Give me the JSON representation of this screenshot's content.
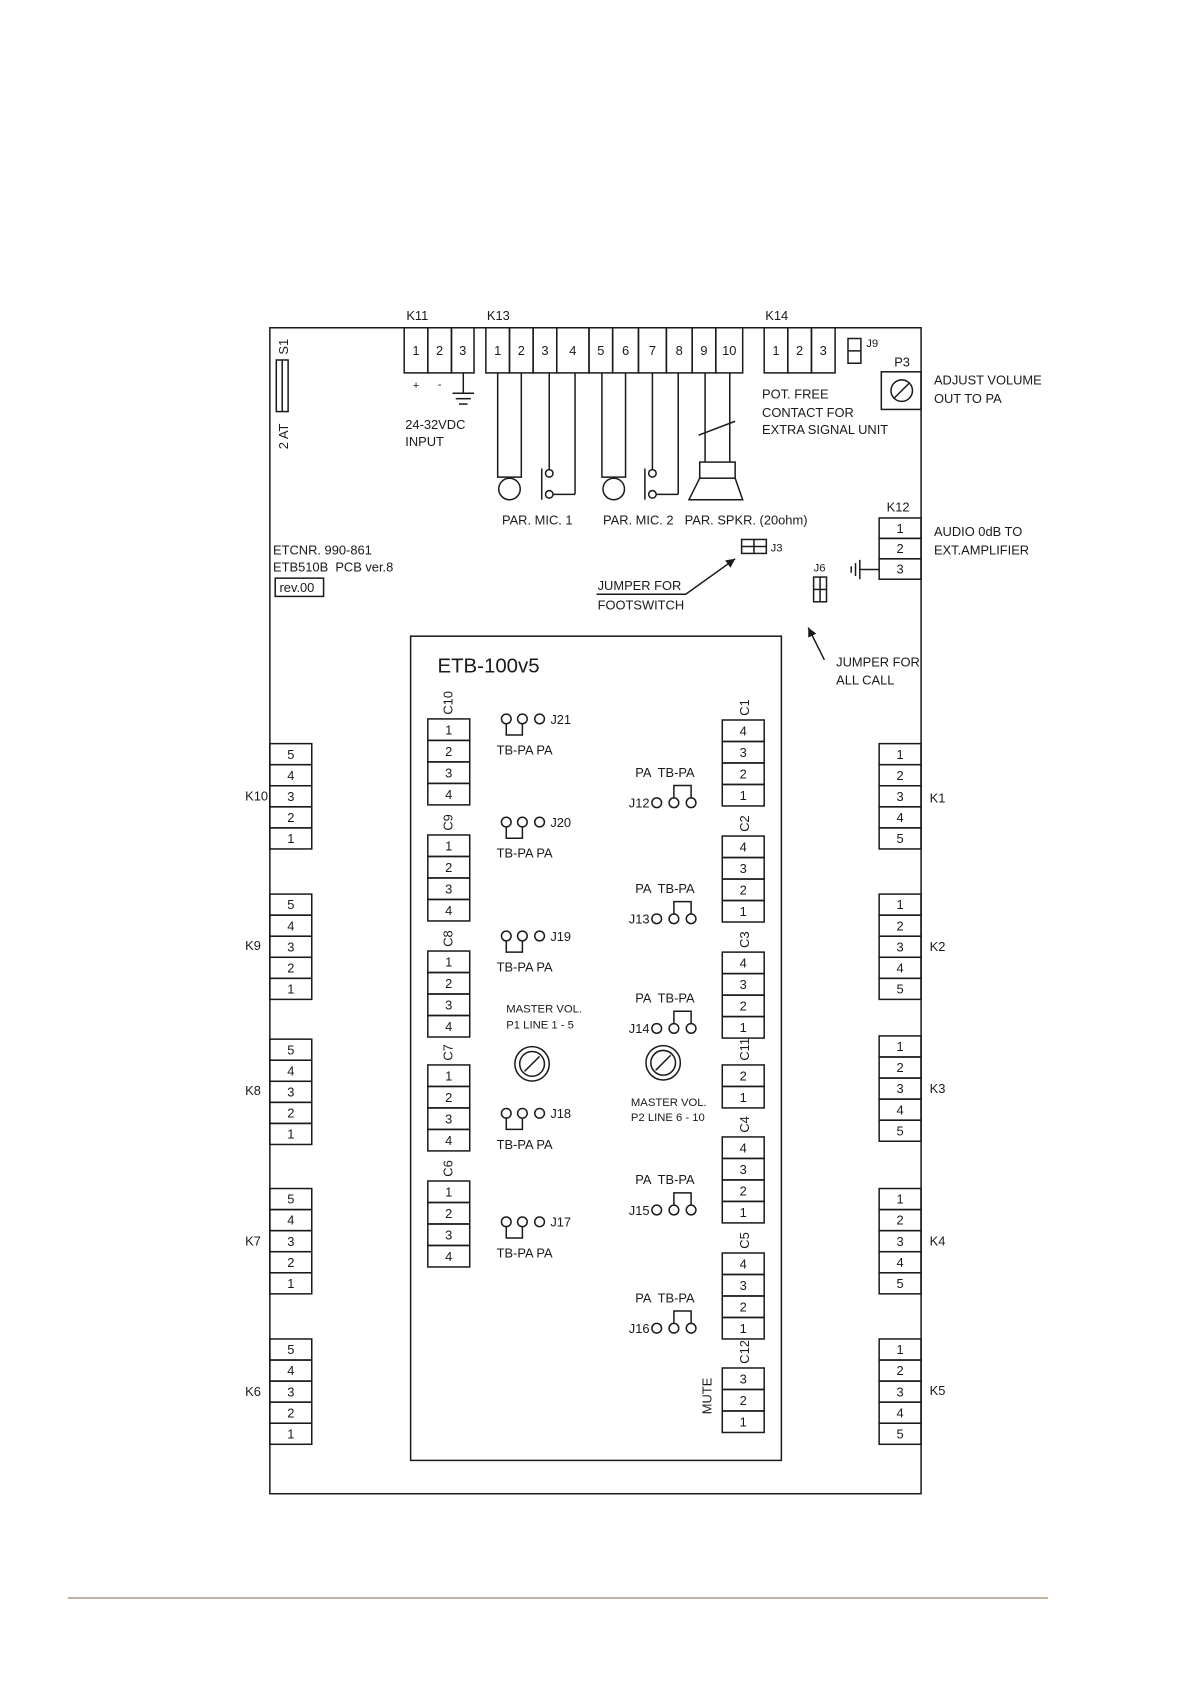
{
  "board": {
    "fuse": {
      "label": "S1",
      "rating": "2 AT"
    },
    "etcnr": "ETCNR. 990-861",
    "pcb": "ETB510B  PCB ver.8",
    "revision": "rev.00"
  },
  "k11": {
    "label": "K11",
    "pins": [
      "1",
      "2",
      "3"
    ],
    "plus": "+",
    "minus": "-",
    "note": [
      "24-32VDC",
      "INPUT"
    ]
  },
  "k13": {
    "label": "K13",
    "pins": [
      "1",
      "2",
      "3",
      "4",
      "5",
      "6",
      "7",
      "8",
      "9",
      "10"
    ],
    "mic1": "PAR. MIC. 1",
    "mic2": "PAR. MIC. 2",
    "speaker": "PAR. SPKR. (20ohm)"
  },
  "k14": {
    "label": "K14",
    "pins": [
      "1",
      "2",
      "3"
    ],
    "note": [
      "POT. FREE",
      "CONTACT FOR",
      "EXTRA SIGNAL UNIT"
    ]
  },
  "j9": {
    "label": "J9"
  },
  "p3": {
    "label": "P3",
    "note": [
      "ADJUST VOLUME",
      "OUT TO PA"
    ]
  },
  "k12": {
    "label": "K12",
    "pins": [
      "1",
      "2",
      "3"
    ],
    "note": [
      "AUDIO 0dB TO",
      "EXT.AMPLIFIER"
    ]
  },
  "j3": {
    "label": "J3",
    "note": [
      "JUMPER FOR",
      "FOOTSWITCH"
    ]
  },
  "j6": {
    "label": "J6",
    "note": [
      "JUMPER FOR",
      "ALL CALL"
    ]
  },
  "left_connectors": [
    {
      "label": "K10",
      "pins": [
        "5",
        "4",
        "3",
        "2",
        "1"
      ]
    },
    {
      "label": "K9",
      "pins": [
        "5",
        "4",
        "3",
        "2",
        "1"
      ]
    },
    {
      "label": "K8",
      "pins": [
        "5",
        "4",
        "3",
        "2",
        "1"
      ]
    },
    {
      "label": "K7",
      "pins": [
        "5",
        "4",
        "3",
        "2",
        "1"
      ]
    },
    {
      "label": "K6",
      "pins": [
        "5",
        "4",
        "3",
        "2",
        "1"
      ]
    }
  ],
  "right_connectors": [
    {
      "label": "K1",
      "pins": [
        "1",
        "2",
        "3",
        "4",
        "5"
      ]
    },
    {
      "label": "K2",
      "pins": [
        "1",
        "2",
        "3",
        "4",
        "5"
      ]
    },
    {
      "label": "K3",
      "pins": [
        "1",
        "2",
        "3",
        "4",
        "5"
      ]
    },
    {
      "label": "K4",
      "pins": [
        "1",
        "2",
        "3",
        "4",
        "5"
      ]
    },
    {
      "label": "K5",
      "pins": [
        "1",
        "2",
        "3",
        "4",
        "5"
      ]
    }
  ],
  "module": {
    "title": "ETB-100v5",
    "left_blocks": [
      {
        "label": "C10",
        "pins": [
          "1",
          "2",
          "3",
          "4"
        ]
      },
      {
        "label": "C9",
        "pins": [
          "1",
          "2",
          "3",
          "4"
        ]
      },
      {
        "label": "C8",
        "pins": [
          "1",
          "2",
          "3",
          "4"
        ]
      },
      {
        "label": "C7",
        "pins": [
          "1",
          "2",
          "3",
          "4"
        ]
      },
      {
        "label": "C6",
        "pins": [
          "1",
          "2",
          "3",
          "4"
        ]
      }
    ],
    "right_blocks": [
      {
        "label": "C1",
        "pins": [
          "4",
          "3",
          "2",
          "1"
        ]
      },
      {
        "label": "C2",
        "pins": [
          "4",
          "3",
          "2",
          "1"
        ]
      },
      {
        "label": "C3",
        "pins": [
          "4",
          "3",
          "2",
          "1"
        ]
      },
      {
        "label": "C11",
        "pins": [
          "2",
          "1"
        ]
      },
      {
        "label": "C4",
        "pins": [
          "4",
          "3",
          "2",
          "1"
        ]
      },
      {
        "label": "C5",
        "pins": [
          "4",
          "3",
          "2",
          "1"
        ]
      },
      {
        "label": "C12",
        "pins": [
          "3",
          "2",
          "1"
        ],
        "note": "MUTE"
      }
    ],
    "left_jumpers": [
      {
        "label": "J21",
        "positions": "TB-PA PA"
      },
      {
        "label": "J20",
        "positions": "TB-PA PA"
      },
      {
        "label": "J19",
        "positions": "TB-PA PA"
      },
      {
        "label": "J18",
        "positions": "TB-PA PA"
      },
      {
        "label": "J17",
        "positions": "TB-PA PA"
      }
    ],
    "right_jumpers": [
      {
        "label": "J12",
        "positions": "PA  TB-PA"
      },
      {
        "label": "J13",
        "positions": "PA  TB-PA"
      },
      {
        "label": "J14",
        "positions": "PA  TB-PA"
      },
      {
        "label": "J15",
        "positions": "PA  TB-PA"
      },
      {
        "label": "J16",
        "positions": "PA  TB-PA"
      }
    ],
    "master_vol_1": [
      "MASTER VOL.",
      "P1 LINE 1 - 5"
    ],
    "master_vol_2": [
      "MASTER VOL.",
      "P2 LINE 6 - 10"
    ]
  }
}
